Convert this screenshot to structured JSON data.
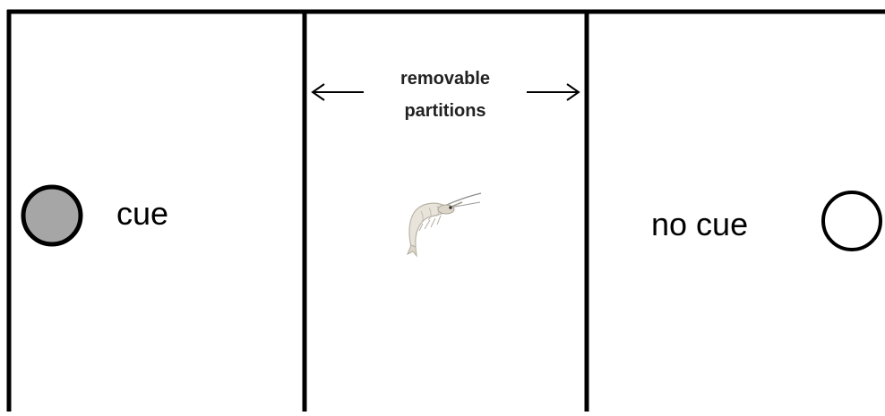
{
  "labels": {
    "partitions_line1": "removable",
    "partitions_line2": "partitions",
    "left_cue": "cue",
    "right_cue": "no cue"
  },
  "colors": {
    "outline": "#000000",
    "cue_fill": "#a6a6a6",
    "no_cue_fill": "#ffffff",
    "background": "#ffffff"
  },
  "icons": {
    "animal": "shrimp-icon"
  }
}
